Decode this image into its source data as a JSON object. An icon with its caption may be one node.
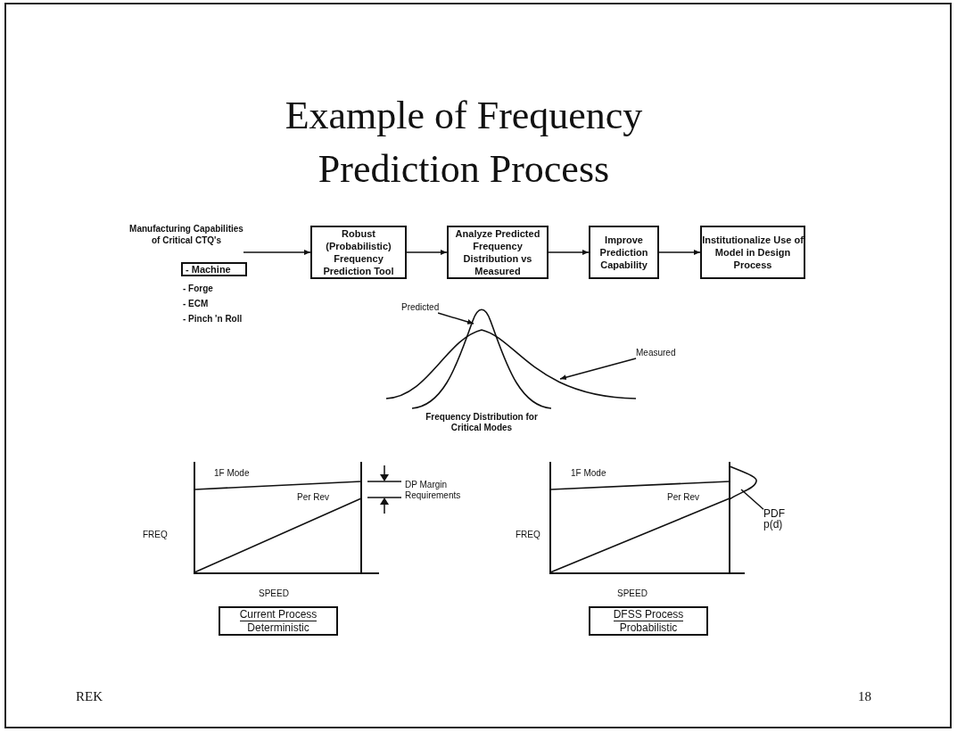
{
  "diagram": {
    "title": "Example of Frequency Prediction Process",
    "nodes": [
      {
        "text": [
          "Manufacturing Capabilities of Critical CTQ's"
        ]
      },
      {
        "text": [
          "Robust (Probabilistic) Frequency Prediction Tool"
        ]
      },
      {
        "text": [
          "Analyze Predicted Frequency Distribution vs Measured"
        ]
      },
      {
        "text": [
          "Improve Prediction Capability"
        ]
      },
      {
        "text": [
          "Institutionalize Use of Model in Design Process"
        ]
      },
      {
        "text": [
          "- Machine"
        ]
      },
      {
        "text": [
          "Predicted"
        ]
      },
      {
        "text": [],
        "shape": "curve"
      },
      {
        "text": [
          "Measured"
        ]
      },
      {
        "text": [],
        "shape": "curve"
      },
      {
        "text": [
          "PDF",
          "p(d)"
        ]
      },
      {
        "text": [],
        "shape": "curve"
      },
      {
        "text": [
          "Current Process",
          "Deterministic"
        ]
      },
      {
        "text": [
          "DFSS Process",
          "Probabilistic"
        ]
      }
    ],
    "edges": [
      {
        "from": 0,
        "to": 1,
        "arrow": "to"
      },
      {
        "from": 1,
        "to": 2,
        "arrow": "to"
      },
      {
        "from": 2,
        "to": 3,
        "arrow": "to"
      },
      {
        "from": 3,
        "to": 4,
        "arrow": "to"
      },
      {
        "from": 6,
        "to": 7,
        "arrow": "to"
      },
      {
        "from": 8,
        "to": 9,
        "arrow": "to"
      },
      {
        "from": 10,
        "to": 11,
        "arrow": "none"
      }
    ],
    "labels": [
      "- Forge",
      "- ECM",
      "- Pinch 'n Roll",
      "Frequency Distribution for Critical Modes",
      "1F Mode",
      "DP Margin Requirements",
      "Per Rev",
      "FREQ",
      "SPEED",
      "1F Mode",
      "Per Rev",
      "FREQ",
      "SPEED",
      "REK",
      "18"
    ]
  }
}
